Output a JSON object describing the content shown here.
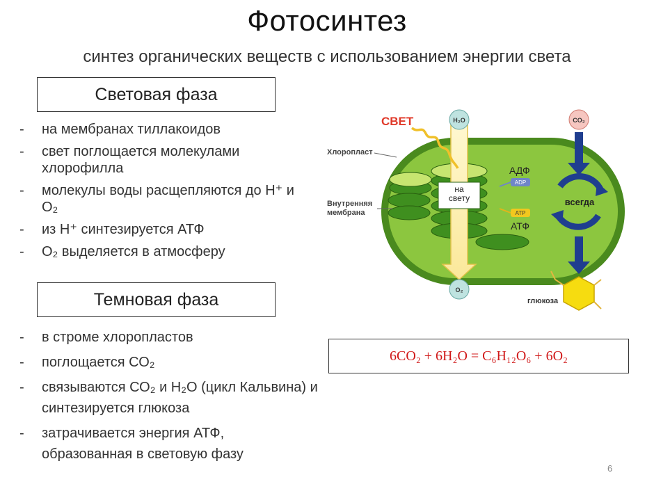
{
  "title": "Фотосинтез",
  "subtitle": "синтез органических веществ с использованием энергии света",
  "light_phase": {
    "heading": "Световая фаза",
    "items": [
      "на мембранах тиллакоидов",
      "свет поглощается молекулами хлорофилла",
      "молекулы воды расщепляются до Н⁺ и О₂",
      "из Н⁺ синтезируется АТФ",
      "О₂ выделяется в атмосферу"
    ]
  },
  "dark_phase": {
    "heading": "Темновая фаза",
    "items": [
      "в строме хлоропластов",
      "поглощается СО₂",
      "связываются СО₂ и Н₂О (цикл Кальвина) и синтезируется глюкоза",
      "затрачивается  энергия АТФ, образованная в световую фазу"
    ]
  },
  "diagram": {
    "light_label": "СВЕТ",
    "h2o": "H₂O",
    "co2": "CO₂",
    "o2": "O₂",
    "chloroplast": "Хлоропласт",
    "inner_membrane": "Внутренняя мембрана",
    "in_light": "на свету",
    "always": "всегда",
    "adf": "АДФ",
    "adp": "ADP",
    "atp": "ATP",
    "atf": "АТФ",
    "glucose": "глюкоза"
  },
  "equation": "6CO₂ + 6H₂O = C₆H₁₂O₆ + 6O₂",
  "page_number": "6",
  "colors": {
    "chloroplast_fill": "#8cc63f",
    "chloroplast_stroke": "#4a8a1e",
    "arrow_blue": "#1f3e8f",
    "light_red": "#e03a2a",
    "equation_red": "#d01818"
  }
}
